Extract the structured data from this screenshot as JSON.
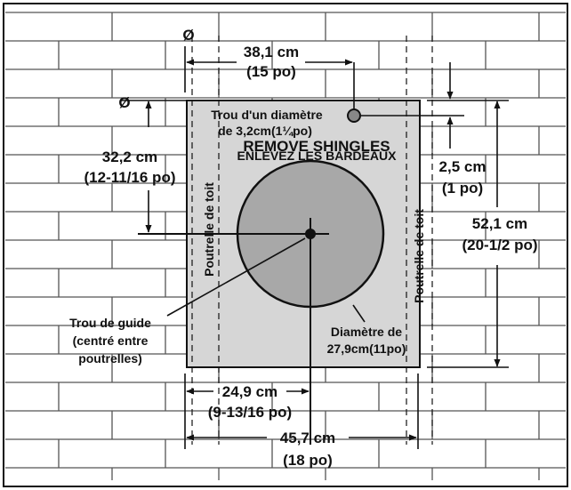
{
  "labels": {
    "diameter_symbol_top": "Ø",
    "diameter_symbol_left": "Ø",
    "width_top_cm": "38,1 cm",
    "width_top_in": "(15 po)",
    "small_hole_line1": "Trou d'un diamètre",
    "small_hole_line2": "de 3,2cm(1¼po)",
    "heading_en": "REMOVE SHINGLES",
    "heading_fr": "ENLEVEZ LES BARDEAUX",
    "left_offset_cm": "32,2 cm",
    "left_offset_in": "(12-11/16 po)",
    "top_margin_cm": "2,5 cm",
    "top_margin_in": "(1 po)",
    "height_cm": "52,1 cm",
    "height_in": "(20-1/2 po)",
    "rafter_left": "Poutrelle de toit",
    "rafter_right": "Poutrelle de toit",
    "pilot_line1": "Trou de guide",
    "pilot_line2": "(centré entre",
    "pilot_line3": "poutrelles)",
    "big_hole_line1": "Diamètre de",
    "big_hole_line2": "27,9cm(11po)",
    "center_offset_cm": "24,9 cm",
    "center_offset_in": "(9-13/16 po)",
    "width_bottom_cm": "45,7 cm",
    "width_bottom_in": "(18 po)"
  },
  "colors": {
    "panel": "#d6d6d6",
    "circle": "#a8a8a8",
    "lines": "#111111",
    "brick": "#555555"
  }
}
